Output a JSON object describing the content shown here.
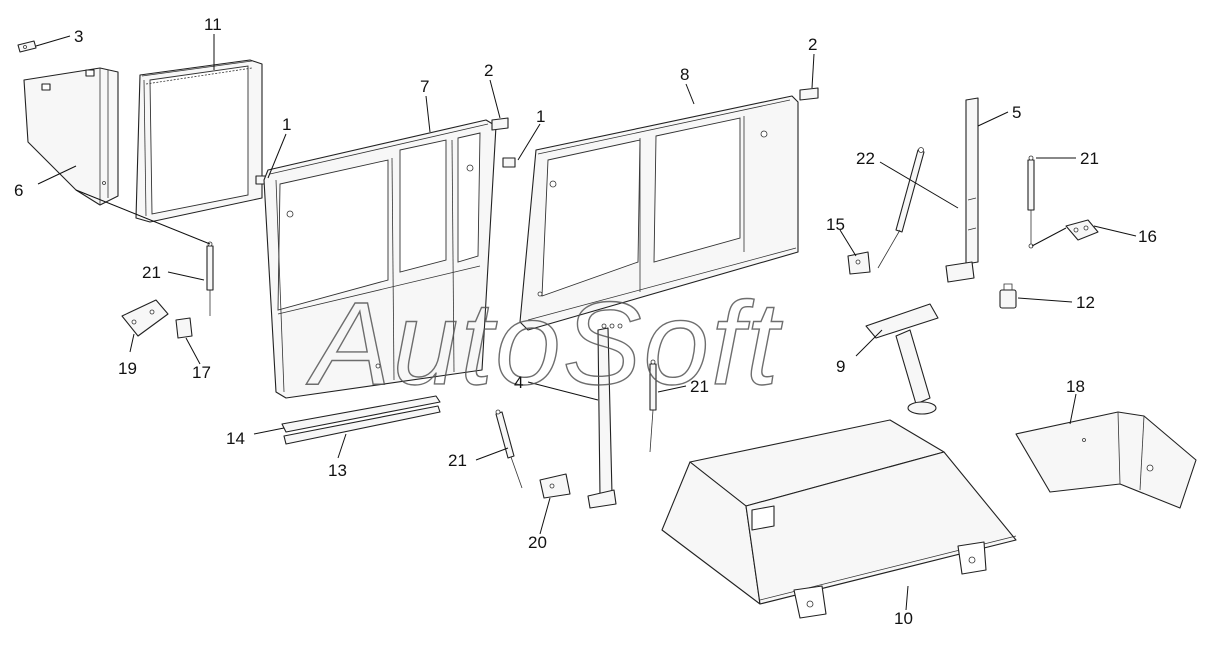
{
  "diagram": {
    "watermark": "AutoSoft",
    "callouts": [
      {
        "id": "c-3",
        "label": "3"
      },
      {
        "id": "c-11",
        "label": "11"
      },
      {
        "id": "c-7",
        "label": "7"
      },
      {
        "id": "c-2a",
        "label": "2"
      },
      {
        "id": "c-8",
        "label": "8"
      },
      {
        "id": "c-2b",
        "label": "2"
      },
      {
        "id": "c-1a",
        "label": "1"
      },
      {
        "id": "c-1b",
        "label": "1"
      },
      {
        "id": "c-5",
        "label": "5"
      },
      {
        "id": "c-22",
        "label": "22"
      },
      {
        "id": "c-21a",
        "label": "21"
      },
      {
        "id": "c-6",
        "label": "6"
      },
      {
        "id": "c-16",
        "label": "16"
      },
      {
        "id": "c-15",
        "label": "15"
      },
      {
        "id": "c-21b",
        "label": "21"
      },
      {
        "id": "c-12",
        "label": "12"
      },
      {
        "id": "c-9",
        "label": "9"
      },
      {
        "id": "c-19",
        "label": "19"
      },
      {
        "id": "c-17",
        "label": "17"
      },
      {
        "id": "c-4",
        "label": "4"
      },
      {
        "id": "c-21c",
        "label": "21"
      },
      {
        "id": "c-18",
        "label": "18"
      },
      {
        "id": "c-14",
        "label": "14"
      },
      {
        "id": "c-13",
        "label": "13"
      },
      {
        "id": "c-21d",
        "label": "21"
      },
      {
        "id": "c-20",
        "label": "20"
      },
      {
        "id": "c-10",
        "label": "10"
      }
    ]
  }
}
